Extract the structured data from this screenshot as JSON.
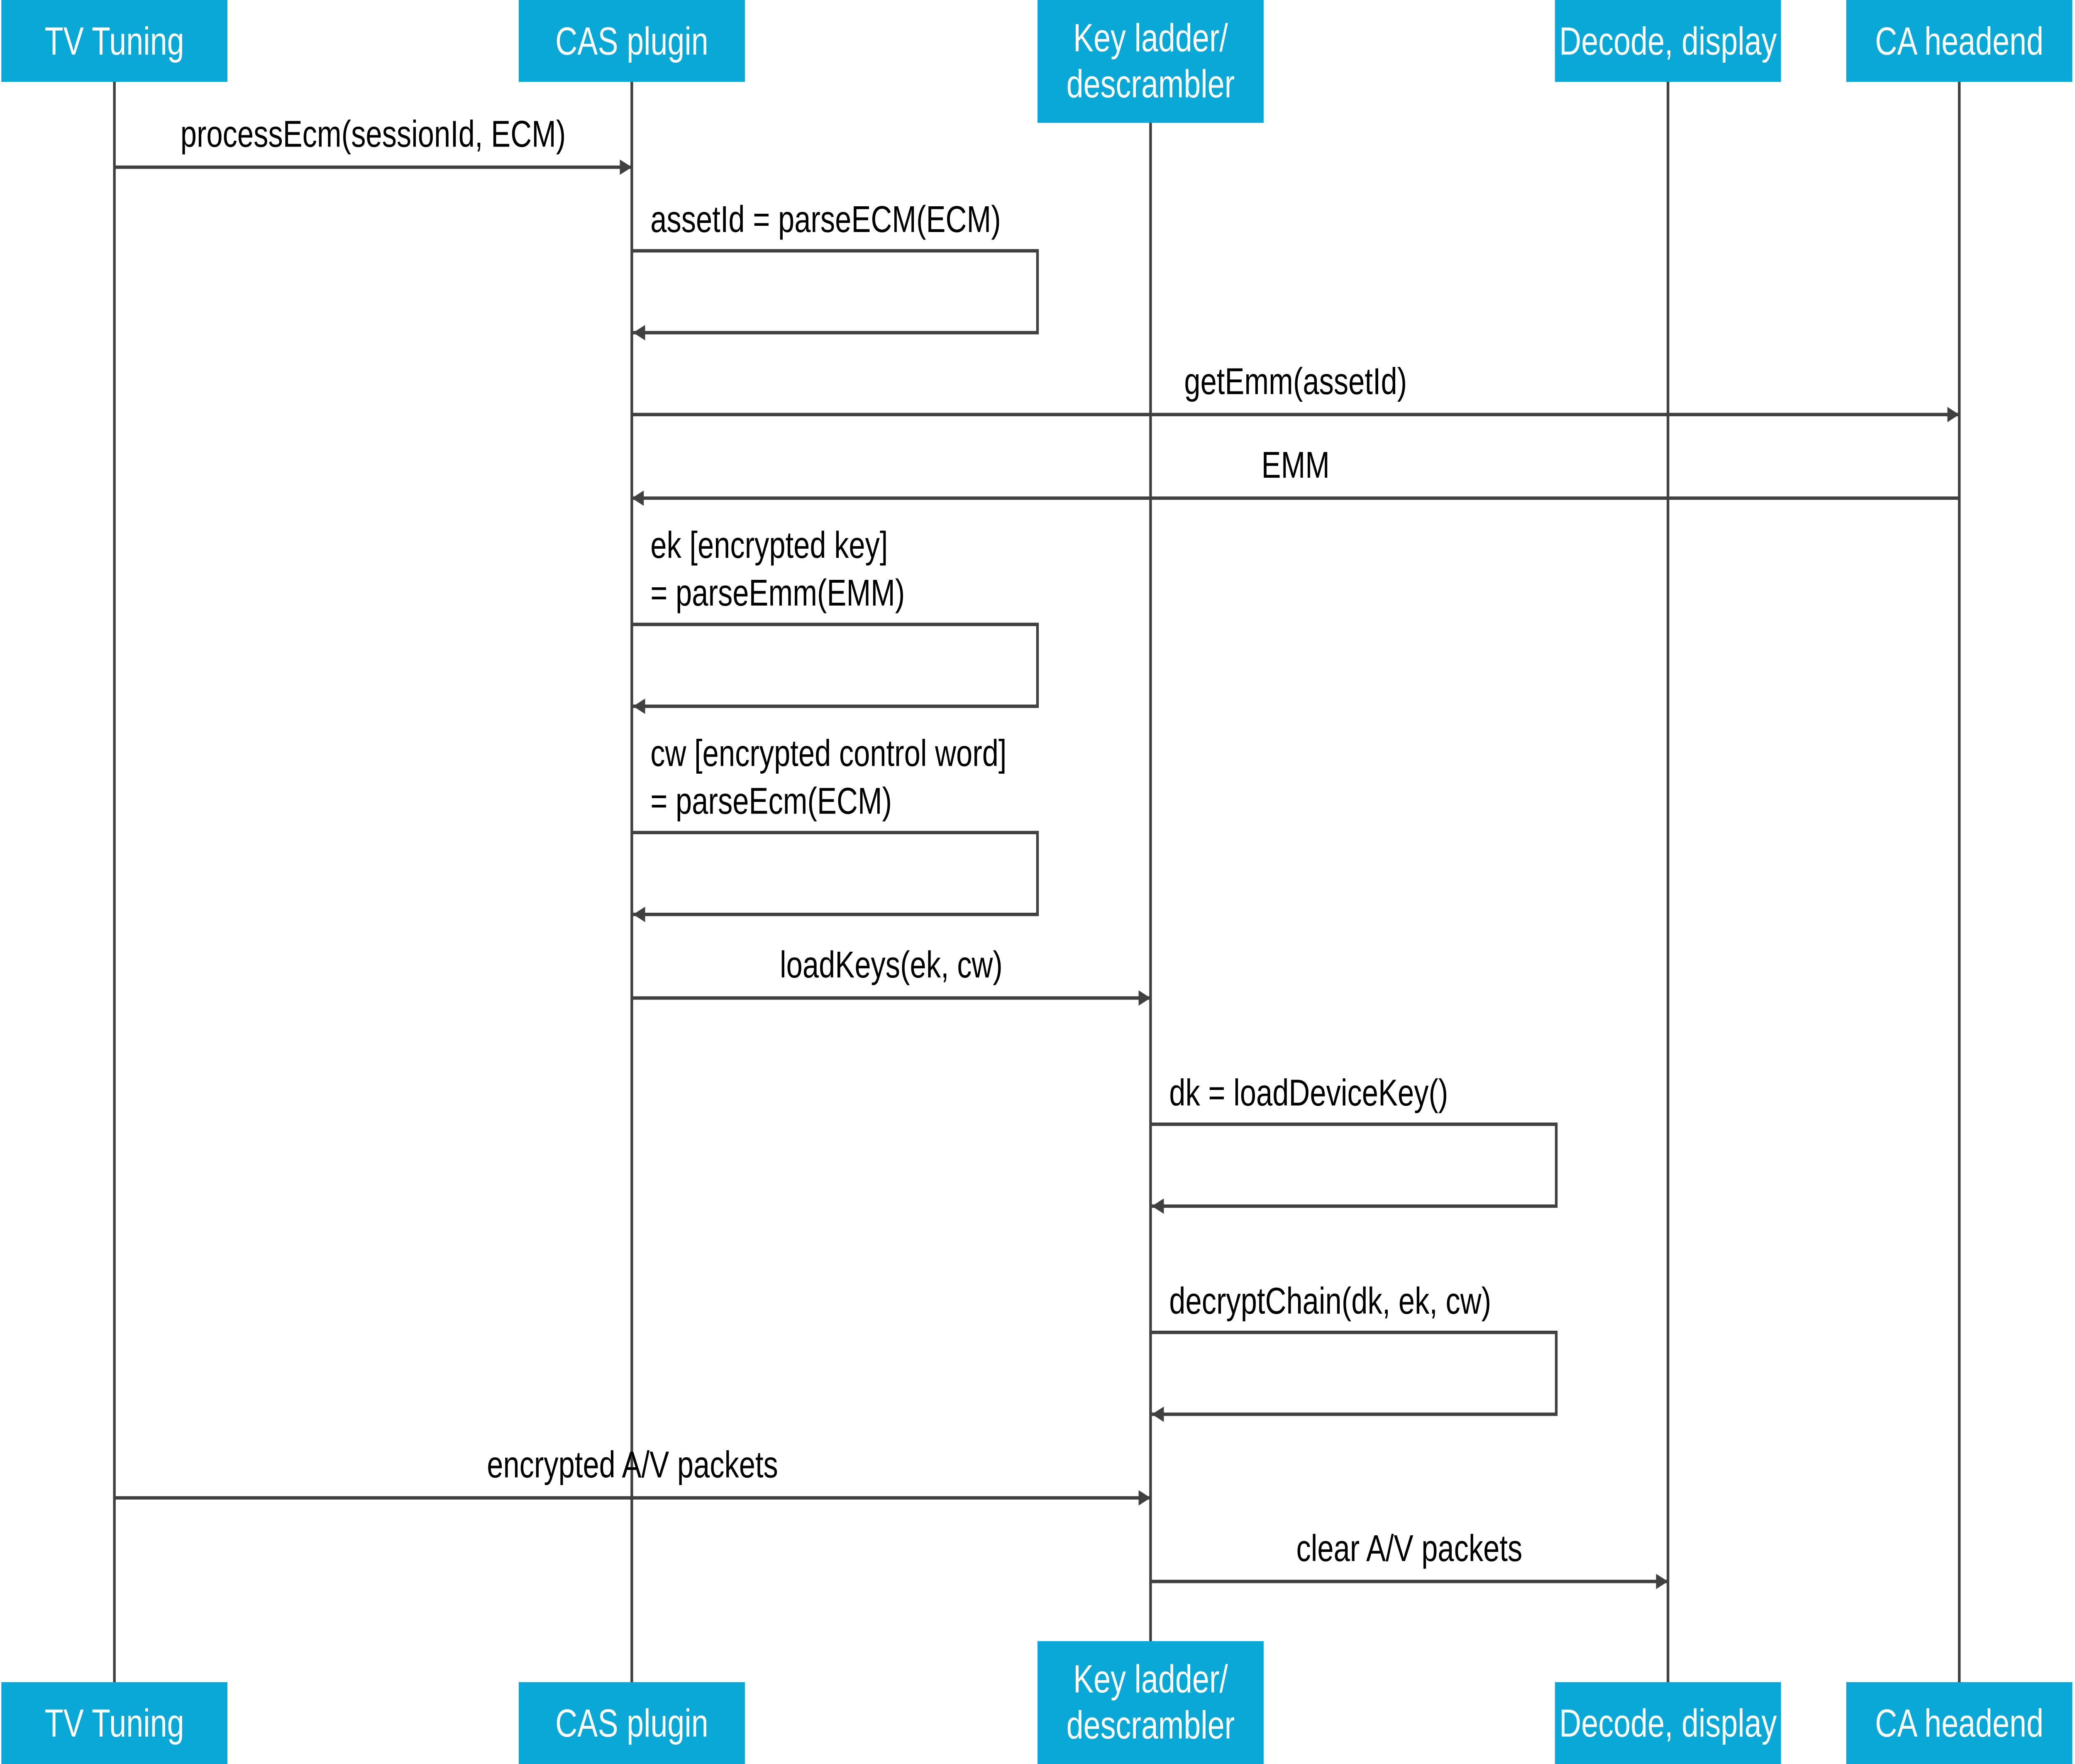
{
  "colors": {
    "header_fill": "#0aa8d6",
    "header_text": "#ffffff",
    "line": "#404040",
    "label": "#000000"
  },
  "participants": [
    {
      "id": "tv",
      "lines": [
        "TV Tuning"
      ]
    },
    {
      "id": "cas",
      "lines": [
        "CAS plugin"
      ]
    },
    {
      "id": "key",
      "lines": [
        "Key ladder/",
        "descrambler"
      ]
    },
    {
      "id": "dec",
      "lines": [
        "Decode, display"
      ]
    },
    {
      "id": "ca",
      "lines": [
        "CA headend"
      ]
    }
  ],
  "messages": [
    {
      "type": "call",
      "from": "tv",
      "to": "cas",
      "lines": [
        "processEcm(sessionId, ECM)"
      ]
    },
    {
      "type": "self",
      "on": "cas",
      "lines": [
        "assetId = parseECM(ECM)"
      ]
    },
    {
      "type": "call",
      "from": "cas",
      "to": "ca",
      "lines": [
        "getEmm(assetId)"
      ]
    },
    {
      "type": "call",
      "from": "ca",
      "to": "cas",
      "lines": [
        "EMM"
      ]
    },
    {
      "type": "self",
      "on": "cas",
      "lines": [
        "ek [encrypted key]",
        "= parseEmm(EMM)"
      ]
    },
    {
      "type": "self",
      "on": "cas",
      "lines": [
        "cw [encrypted control word]",
        "= parseEcm(ECM)"
      ]
    },
    {
      "type": "call",
      "from": "cas",
      "to": "key",
      "lines": [
        "loadKeys(ek, cw)"
      ]
    },
    {
      "type": "self",
      "on": "key",
      "lines": [
        "dk = loadDeviceKey()"
      ]
    },
    {
      "type": "self",
      "on": "key",
      "lines": [
        "decryptChain(dk, ek, cw)"
      ]
    },
    {
      "type": "call",
      "from": "tv",
      "to": "key",
      "lines": [
        "encrypted A/V packets"
      ]
    },
    {
      "type": "call",
      "from": "key",
      "to": "dec",
      "lines": [
        "clear A/V packets"
      ]
    }
  ]
}
